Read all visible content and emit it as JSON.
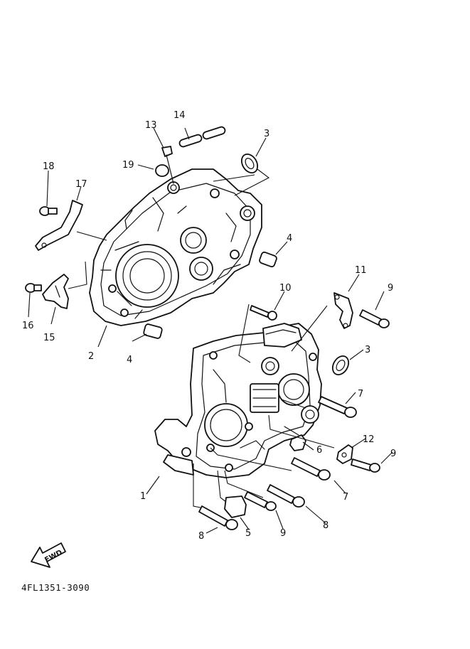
{
  "drawing_code": "4FL1351-3090",
  "fwd_arrow_label": "FWD",
  "callouts": [
    {
      "id": "c1",
      "text": "1"
    },
    {
      "id": "c2",
      "text": "2"
    },
    {
      "id": "c3a",
      "text": "3"
    },
    {
      "id": "c3b",
      "text": "3"
    },
    {
      "id": "c4a",
      "text": "4"
    },
    {
      "id": "c4b",
      "text": "4"
    },
    {
      "id": "c5",
      "text": "5"
    },
    {
      "id": "c6",
      "text": "6"
    },
    {
      "id": "c7a",
      "text": "7"
    },
    {
      "id": "c7b",
      "text": "7"
    },
    {
      "id": "c8a",
      "text": "8"
    },
    {
      "id": "c8b",
      "text": "8"
    },
    {
      "id": "c9a",
      "text": "9"
    },
    {
      "id": "c9b",
      "text": "9"
    },
    {
      "id": "c9c",
      "text": "9"
    },
    {
      "id": "c10",
      "text": "10"
    },
    {
      "id": "c11",
      "text": "11"
    },
    {
      "id": "c12",
      "text": "12"
    },
    {
      "id": "c13",
      "text": "13"
    },
    {
      "id": "c14",
      "text": "14"
    },
    {
      "id": "c15",
      "text": "15"
    },
    {
      "id": "c16",
      "text": "16"
    },
    {
      "id": "c17",
      "text": "17"
    },
    {
      "id": "c18",
      "text": "18"
    },
    {
      "id": "c19",
      "text": "19"
    }
  ]
}
